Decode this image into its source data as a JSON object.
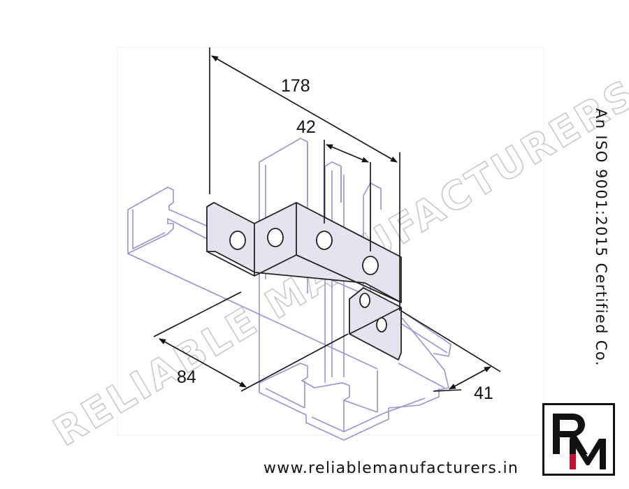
{
  "dimensions": {
    "overall_length": "178",
    "hole_pitch": "42",
    "depth": "84",
    "channel_width": "41"
  },
  "watermark": "RELIABLE MANUFACTURERS",
  "certification": "An ISO 9001:2015 Certified Co.",
  "website": "www.reliablemanufacturers.in",
  "logo": {
    "letters": "RM",
    "accent_color": "#c8102e"
  },
  "colors": {
    "channel_lines": "#9b8fd6",
    "bracket_fill": "#e6e2ee",
    "bracket_stroke": "#222222"
  }
}
